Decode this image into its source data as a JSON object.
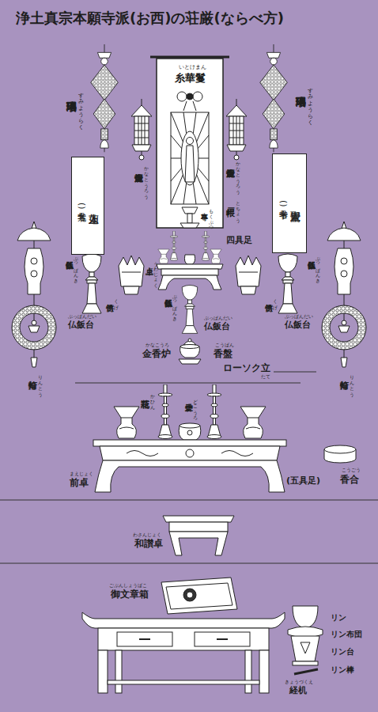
{
  "diagram": {
    "title": "浄土真宗本願寺派(お西)の荘厳(ならべ方)",
    "nodes": [
      {
        "text": [
          "蓮如上人",
          "(九字名号)"
        ]
      },
      {
        "text": [
          "親鸞聖人",
          "(十字名号)"
        ]
      }
    ],
    "labels": [
      "いとけまん",
      "糸華鬘",
      "すみようらく",
      "隅瓔珞",
      "すみようらく",
      "隅瓔珞",
      "かなとうろう",
      "金燈籠",
      "かなとうろう",
      "金燈籠",
      "とちょう",
      "戸帳",
      "もくぶつ",
      "本尊",
      "四具足",
      "ぶっぱんき",
      "仏飯器",
      "ぶっぱんき",
      "仏飯器",
      "くげ",
      "供笥",
      "くげ",
      "供笥",
      "うわじょく",
      "上卓",
      "ぶっぱんき",
      "仏飯器",
      "ぶっぱんだい",
      "仏飯台",
      "ぶっぱんだい",
      "仏飯台",
      "ぶっぱんだい",
      "仏飯台",
      "りんとう",
      "輪灯",
      "りんとう",
      "輪灯",
      "かなこうろ",
      "金香炉",
      "こうばん",
      "香盤",
      "ローソク立",
      "たて",
      "かひん",
      "花瓶",
      "どこうろ",
      "土香炉",
      "まえじょく",
      "前卓",
      "(五具足)",
      "こうごう",
      "香合",
      "わさんじょく",
      "和讃卓",
      "ごぶんしょうばこ",
      "御文章箱",
      "リン",
      "リン布団",
      "リン台",
      "リン棒",
      "きょうづくえ",
      "経机"
    ]
  }
}
